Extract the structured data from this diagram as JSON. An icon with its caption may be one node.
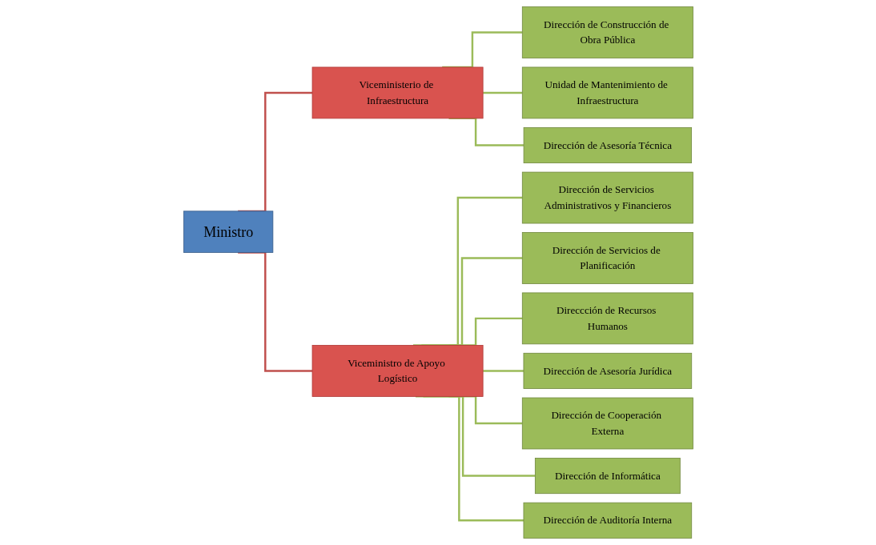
{
  "diagram": {
    "nodes": [
      {
        "text": [
          "Ministro"
        ]
      },
      {
        "text": [
          "Viceministerio de Infraestructura"
        ]
      },
      {
        "text": [
          "Viceministro de Apoyo Logístico"
        ]
      },
      {
        "text": [
          "Dirección de Construcción de Obra Pública"
        ]
      },
      {
        "text": [
          "Unidad de Mantenimiento de Infraestructura"
        ]
      },
      {
        "text": [
          "Dirección de Asesoría Técnica"
        ]
      },
      {
        "text": [
          "Dirección de Servicios Administrativos y Financieros"
        ]
      },
      {
        "text": [
          "Dirección de Servicios de Planificación"
        ]
      },
      {
        "text": [
          "Direccción de Recursos Humanos"
        ]
      },
      {
        "text": [
          "Dirección de Asesoría Jurídica"
        ]
      },
      {
        "text": [
          "Dirección de Cooperación Externa"
        ]
      },
      {
        "text": [
          "Dirección de Informática"
        ]
      },
      {
        "text": [
          "Dirección de Auditoría Interna"
        ]
      }
    ],
    "edges": [
      {
        "from": 0,
        "to": 1,
        "arrow": "none",
        "color": "#c0504d"
      },
      {
        "from": 0,
        "to": 2,
        "arrow": "none",
        "color": "#c0504d"
      },
      {
        "from": 1,
        "to": 3,
        "arrow": "none"
      },
      {
        "from": 1,
        "to": 4,
        "arrow": "none"
      },
      {
        "from": 1,
        "to": 5,
        "arrow": "none"
      },
      {
        "from": 2,
        "to": 6,
        "arrow": "none"
      },
      {
        "from": 2,
        "to": 7,
        "arrow": "none"
      },
      {
        "from": 2,
        "to": 8,
        "arrow": "none"
      },
      {
        "from": 2,
        "to": 9,
        "arrow": "none"
      },
      {
        "from": 2,
        "to": 10,
        "arrow": "none"
      },
      {
        "from": 2,
        "to": 11,
        "arrow": "none"
      },
      {
        "from": 2,
        "to": 12,
        "arrow": "none"
      }
    ]
  }
}
